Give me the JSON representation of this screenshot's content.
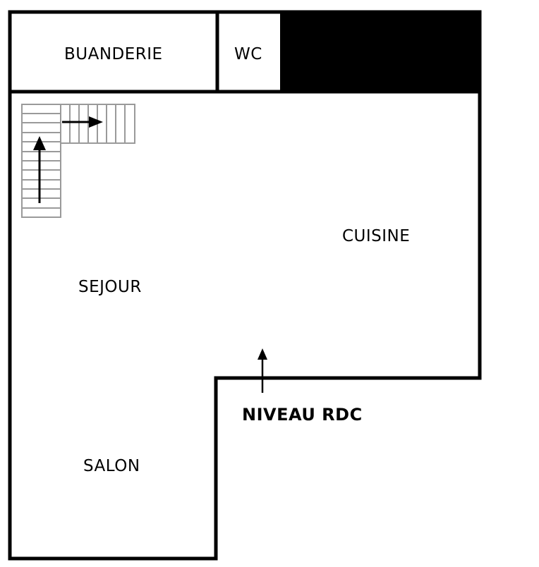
{
  "plan": {
    "title": "NIVEAU RDC",
    "wall_color": "#000000",
    "background_color": "#ffffff",
    "stair_color": "#9a9a9a",
    "rooms": [
      {
        "id": "buanderie",
        "label": "BUANDERIE"
      },
      {
        "id": "wc",
        "label": "WC"
      },
      {
        "id": "cuisine",
        "label": "CUISINE"
      },
      {
        "id": "sejour",
        "label": "SEJOUR"
      },
      {
        "id": "salon",
        "label": "SALON"
      }
    ],
    "blocked_area": {
      "label": "",
      "fill": "#000000"
    },
    "stairs": {
      "flights": 2,
      "direction": "up-then-right"
    },
    "entrance_arrow": {
      "direction": "up"
    }
  }
}
